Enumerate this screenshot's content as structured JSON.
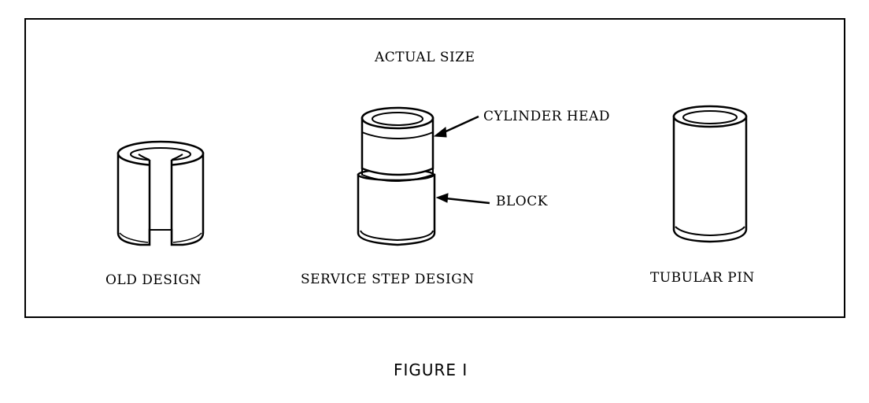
{
  "header": {
    "title": "ACTUAL SIZE"
  },
  "items": [
    {
      "label": "OLD DESIGN"
    },
    {
      "label": "SERVICE STEP DESIGN",
      "callouts": [
        "CYLINDER HEAD",
        "BLOCK"
      ]
    },
    {
      "label": "TUBULAR PIN"
    }
  ],
  "caption": "FIGURE I"
}
